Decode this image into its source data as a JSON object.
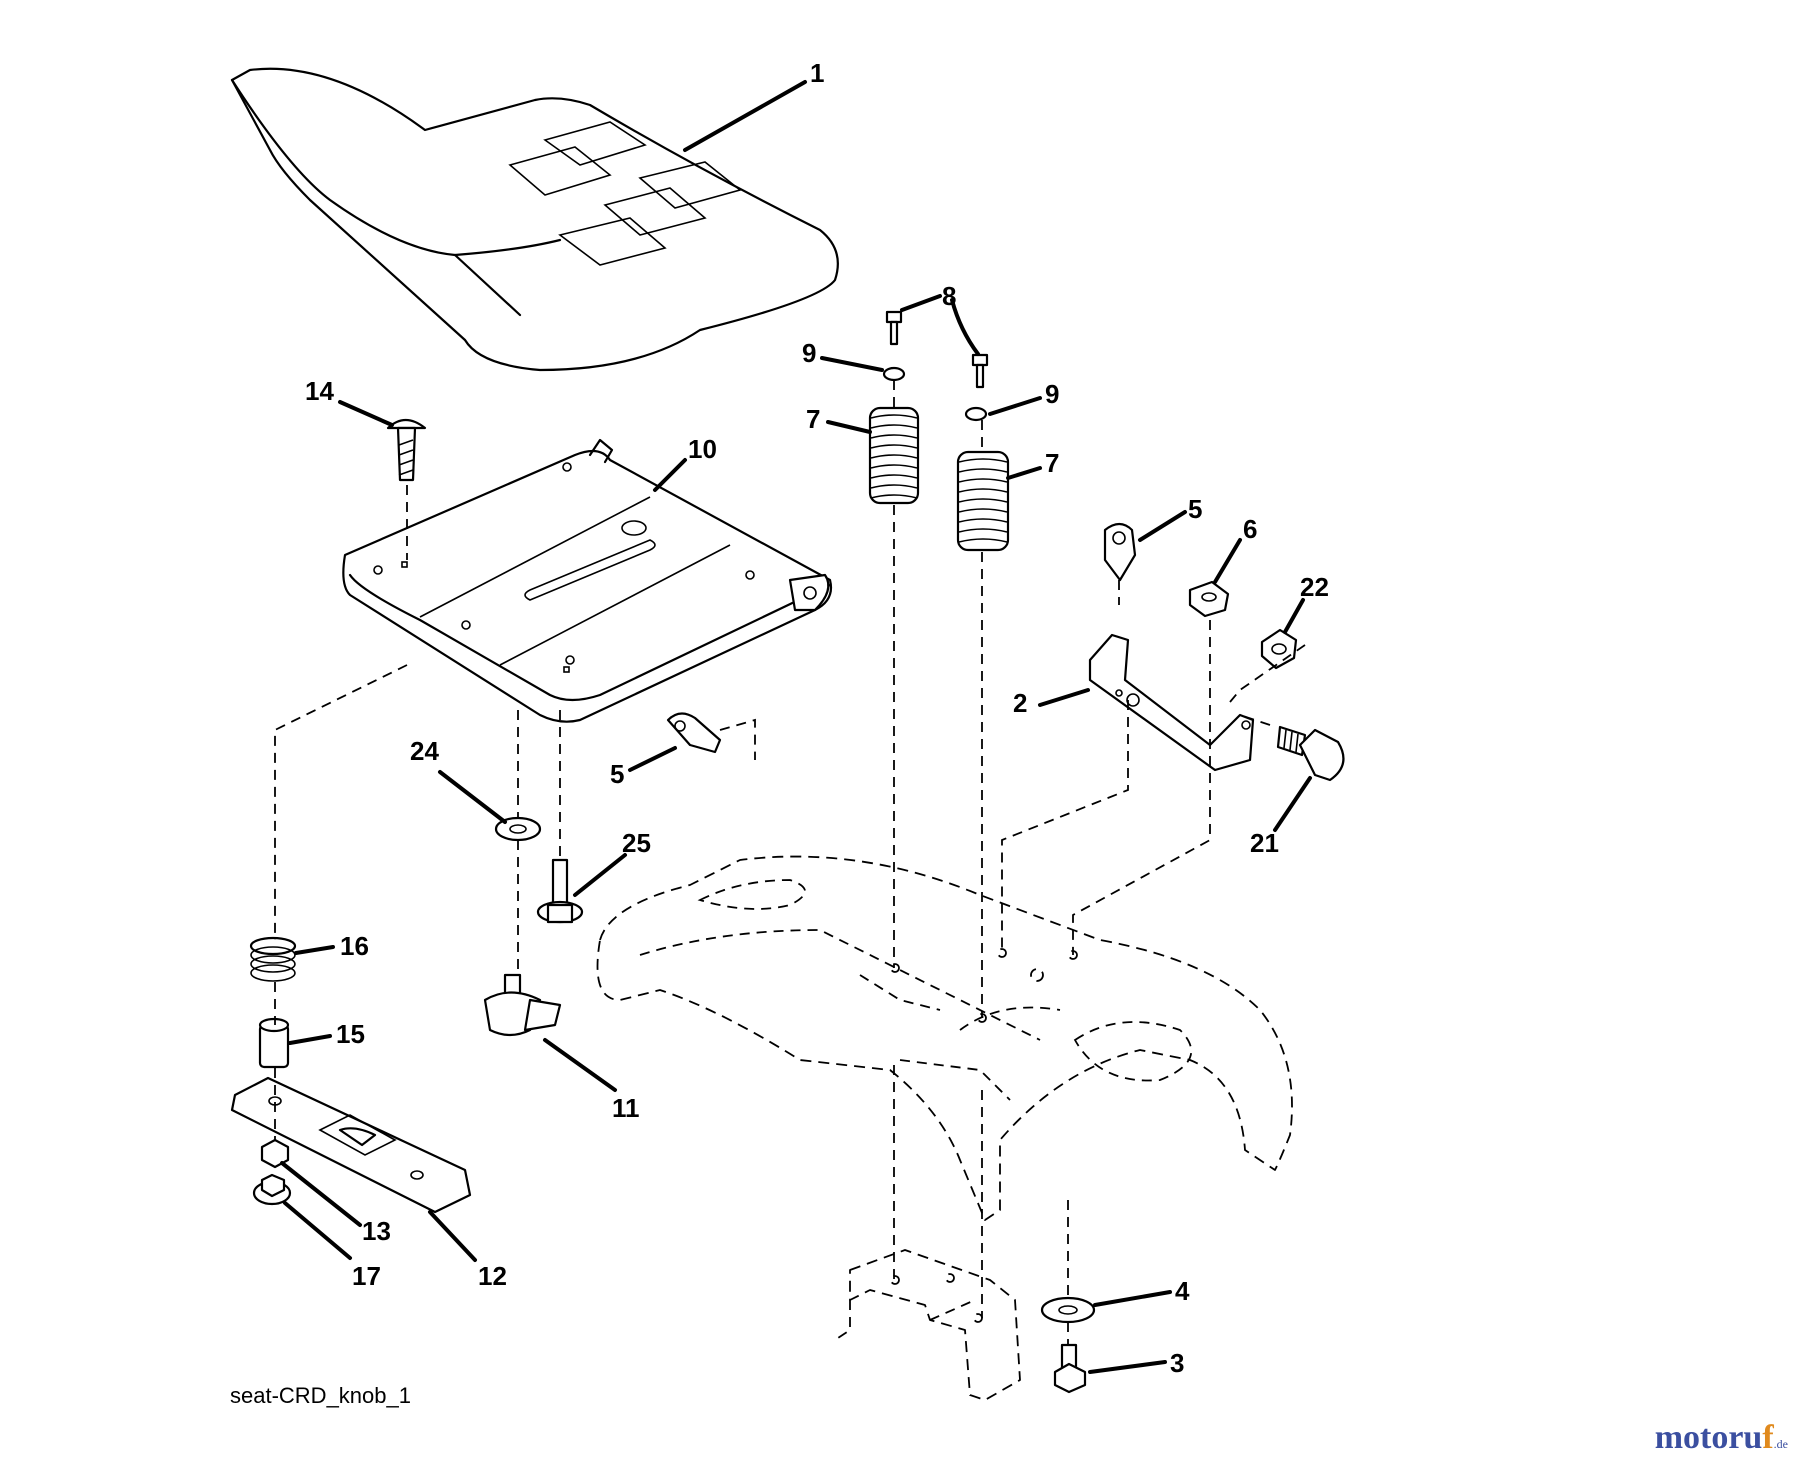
{
  "caption": "seat-CRD_knob_1",
  "brand": {
    "name_main": "motoru",
    "name_accent": "f",
    "tld": ".de"
  },
  "callouts": [
    "1",
    "14",
    "10",
    "8",
    "9",
    "9",
    "7",
    "7",
    "5",
    "6",
    "22",
    "2",
    "21",
    "5",
    "24",
    "25",
    "16",
    "15",
    "11",
    "13",
    "17",
    "12",
    "4",
    "3"
  ]
}
